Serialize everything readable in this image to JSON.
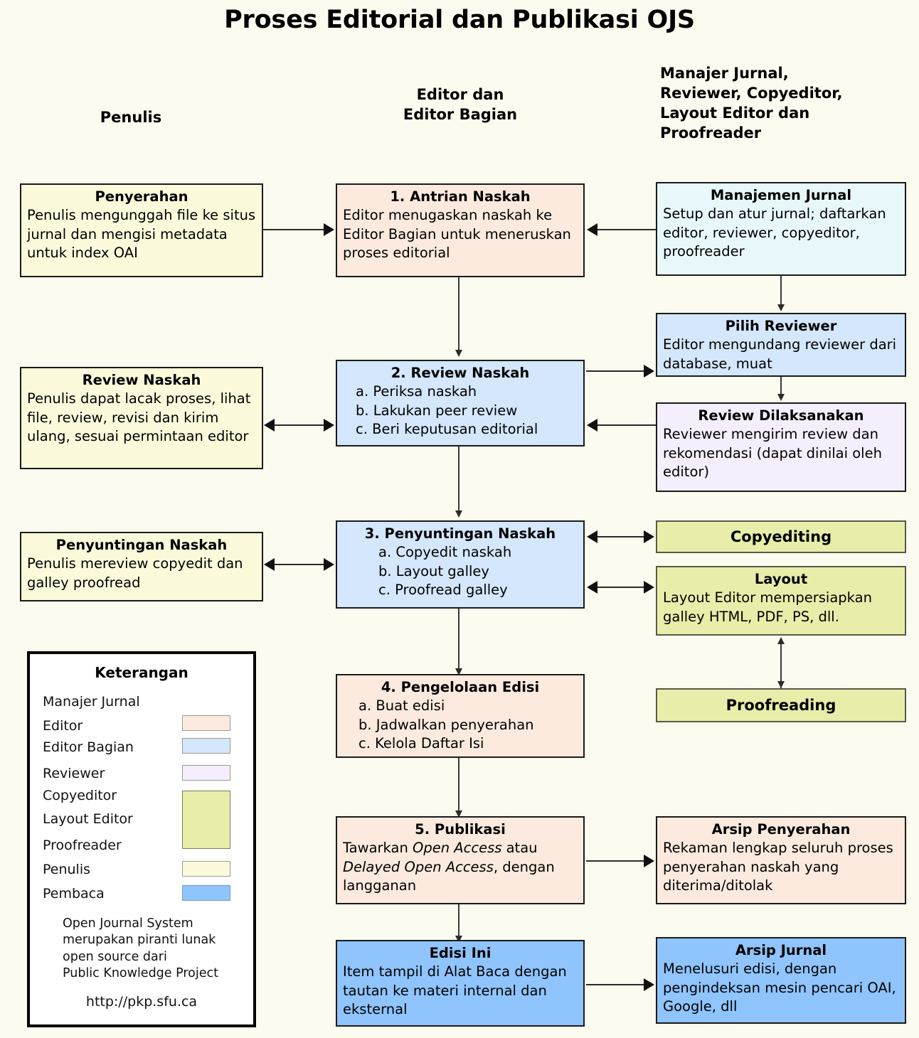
{
  "title": "Proses Editorial dan Publikasi OJS",
  "columns": {
    "author": "Penulis",
    "editor": "Editor dan\nEditor Bagian",
    "others": "Manajer Jurnal,\nReviewer, Copyeditor,\nLayout Editor dan\nProofreader"
  },
  "boxes": {
    "penyerahan": {
      "title": "Penyerahan",
      "body": "Penulis mengunggah file ke situs jurnal dan mengisi metadata untuk index OAI"
    },
    "antrian": {
      "title": "1. Antrian Naskah",
      "body": "Editor menugaskan naskah ke Editor Bagian untuk meneruskan proses editorial"
    },
    "manajemen": {
      "title": "Manajemen Jurnal",
      "body": "Setup dan atur jurnal; daftarkan editor, reviewer, copyeditor, proofreader"
    },
    "review_naskah_author": {
      "title": "Review Naskah",
      "body": "Penulis dapat lacak proses, lihat file, review, revisi dan kirim ulang, sesuai permintaan editor"
    },
    "review_naskah": {
      "title": "2. Review Naskah",
      "items": [
        "a. Periksa naskah",
        "b. Lakukan peer review",
        "c. Beri keputusan editorial"
      ]
    },
    "pilih_reviewer": {
      "title": "Pilih Reviewer",
      "body": "Editor mengundang reviewer dari database, muat"
    },
    "review_dilaksanakan": {
      "title": "Review Dilaksanakan",
      "body": "Reviewer mengirim review dan rekomendasi (dapat dinilai oleh editor)"
    },
    "penyuntingan_author": {
      "title": "Penyuntingan Naskah",
      "body": "Penulis mereview copyedit dan galley proofread"
    },
    "penyuntingan": {
      "title": "3. Penyuntingan Naskah",
      "items": [
        "a. Copyedit naskah",
        "b. Layout galley",
        "c. Proofread galley"
      ]
    },
    "copyediting": {
      "title": "Copyediting"
    },
    "layout": {
      "title": "Layout",
      "body": "Layout Editor mempersiapkan galley HTML, PDF, PS, dll."
    },
    "proofreading": {
      "title": "Proofreading"
    },
    "pengelolaan": {
      "title": "4. Pengelolaan Edisi",
      "items": [
        "a. Buat edisi",
        "b. Jadwalkan penyerahan",
        "c. Kelola Daftar Isi"
      ]
    },
    "publikasi": {
      "title": "5. Publikasi",
      "body_parts": [
        "Tawarkan ",
        "Open Access",
        " atau ",
        "Delayed Open Access",
        ", dengan langganan"
      ]
    },
    "arsip_penyerahan": {
      "title": "Arsip Penyerahan",
      "body": "Rekaman lengkap seluruh proses penyerahan naskah yang diterima/ditolak"
    },
    "edisi_ini": {
      "title": "Edisi Ini",
      "body": "Item tampil di Alat Baca dengan tautan ke materi internal dan eksternal"
    },
    "arsip_jurnal": {
      "title": "Arsip Jurnal",
      "body": "Menelusuri edisi, dengan pengindeksan mesin pencari OAI, Google, dll"
    }
  },
  "legend": {
    "title": "Keterangan",
    "rows": [
      {
        "label": "Manajer Jurnal",
        "color": "#e8f8fa"
      },
      {
        "label": "Editor",
        "color": "#fceade"
      },
      {
        "label": "Editor Bagian",
        "color": "#d4e7fc"
      },
      {
        "label": "Reviewer",
        "color": "#f5eefd"
      },
      {
        "label": "Copyeditor",
        "color": "#e8eeaa"
      },
      {
        "label": "Layout Editor",
        "color": "#e8eeaa"
      },
      {
        "label": "Proofreader",
        "color": "#e8eeaa"
      },
      {
        "label": "Penulis",
        "color": "#fbfbdc"
      },
      {
        "label": "Pembaca",
        "color": "#8fc4fc"
      }
    ],
    "note": "Open Journal System\nmerupakan piranti lunak\nopen source dari\nPublic Knowledge Project",
    "url": "http://pkp.sfu.ca"
  },
  "colors": {
    "background": "#fbfbef",
    "author": "#fbfbdc",
    "editor": "#fceade",
    "section_editor": "#d4e7fc",
    "journal_manager": "#e8f8fa",
    "reviewer": "#f5eefd",
    "copyeditor": "#e8eeaa",
    "reader": "#8fc4fc",
    "stroke": "#1a1a1a"
  }
}
